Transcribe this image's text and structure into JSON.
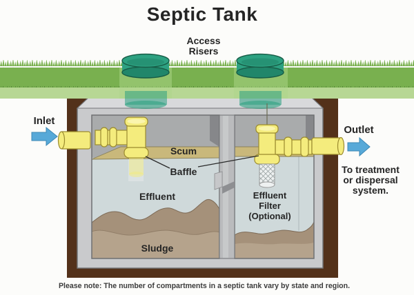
{
  "title": "Septic Tank",
  "labels": {
    "access_risers": [
      "Access",
      "Risers"
    ],
    "inlet": "Inlet",
    "outlet": "Outlet",
    "to_treatment": [
      "To treatment",
      "or dispersal",
      "system."
    ],
    "scum": "Scum",
    "baffle": "Baffle",
    "effluent": "Effluent",
    "effluent_filter": [
      "Effluent",
      "Filter",
      "(Optional)"
    ],
    "sludge": "Sludge",
    "note": "Please note: The number of compartments in a septic tank vary by state and region."
  },
  "colors": {
    "bg": "#fcfcfa",
    "text": "#252525",
    "line": "#2a2a2a",
    "grass_top": "#79b04f",
    "grass_dark_edge": "#55853a",
    "grass_light": "#b7d794",
    "soil": "#53311a",
    "tank_outer": "#c9cacc",
    "tank_top": "#d8d9db",
    "tank_stroke": "#737477",
    "tank_inner_wall": "#a9abac",
    "tank_shadow": "#86878a",
    "divider": "#babbbd",
    "scum": "#c9b87b",
    "effluent": "#cfd9da",
    "sludge_dark": "#a5917a",
    "sludge_light": "#b5a38c",
    "sludge_line": "#7d6a56",
    "pipe": "#f4ec7d",
    "pipe_stroke": "#9a8a2e",
    "pipe_light": "#faf5ae",
    "riser": "#2da181",
    "riser_dark": "#21866a",
    "riser_stroke": "#175c46",
    "arrow": "#57a9d8",
    "mesh": "#eef1f1",
    "mesh_line": "#9aa3a3"
  }
}
